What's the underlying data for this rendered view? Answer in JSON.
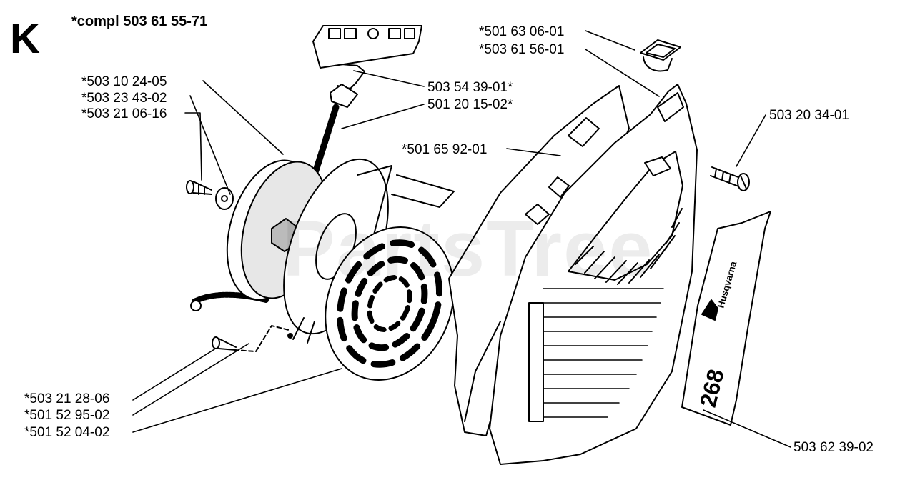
{
  "diagram": {
    "section_letter": "K",
    "kit_title": "*compl 503 61 55-71",
    "watermark": "PartsTree",
    "decal_brand": "Husqvarna",
    "decal_model": "268",
    "part_labels": {
      "p_501_63_06_01": "*501 63 06-01",
      "p_503_61_56_01": "*503 61 56-01",
      "p_503_10_24_05": "*503 10 24-05",
      "p_503_23_43_02": "*503 23 43-02",
      "p_503_21_06_16": "*503 21 06-16",
      "p_503_54_39_01": "503 54 39-01*",
      "p_501_20_15_02": "501 20 15-02*",
      "p_501_65_92_01": "*501 65 92-01",
      "p_503_20_34_01": "503 20 34-01",
      "p_503_21_28_06": "*503 21 28-06",
      "p_501_52_95_02": "*501 52 95-02",
      "p_501_52_04_02": "*501 52 04-02",
      "p_503_62_39_02": "503 62 39-02"
    }
  }
}
